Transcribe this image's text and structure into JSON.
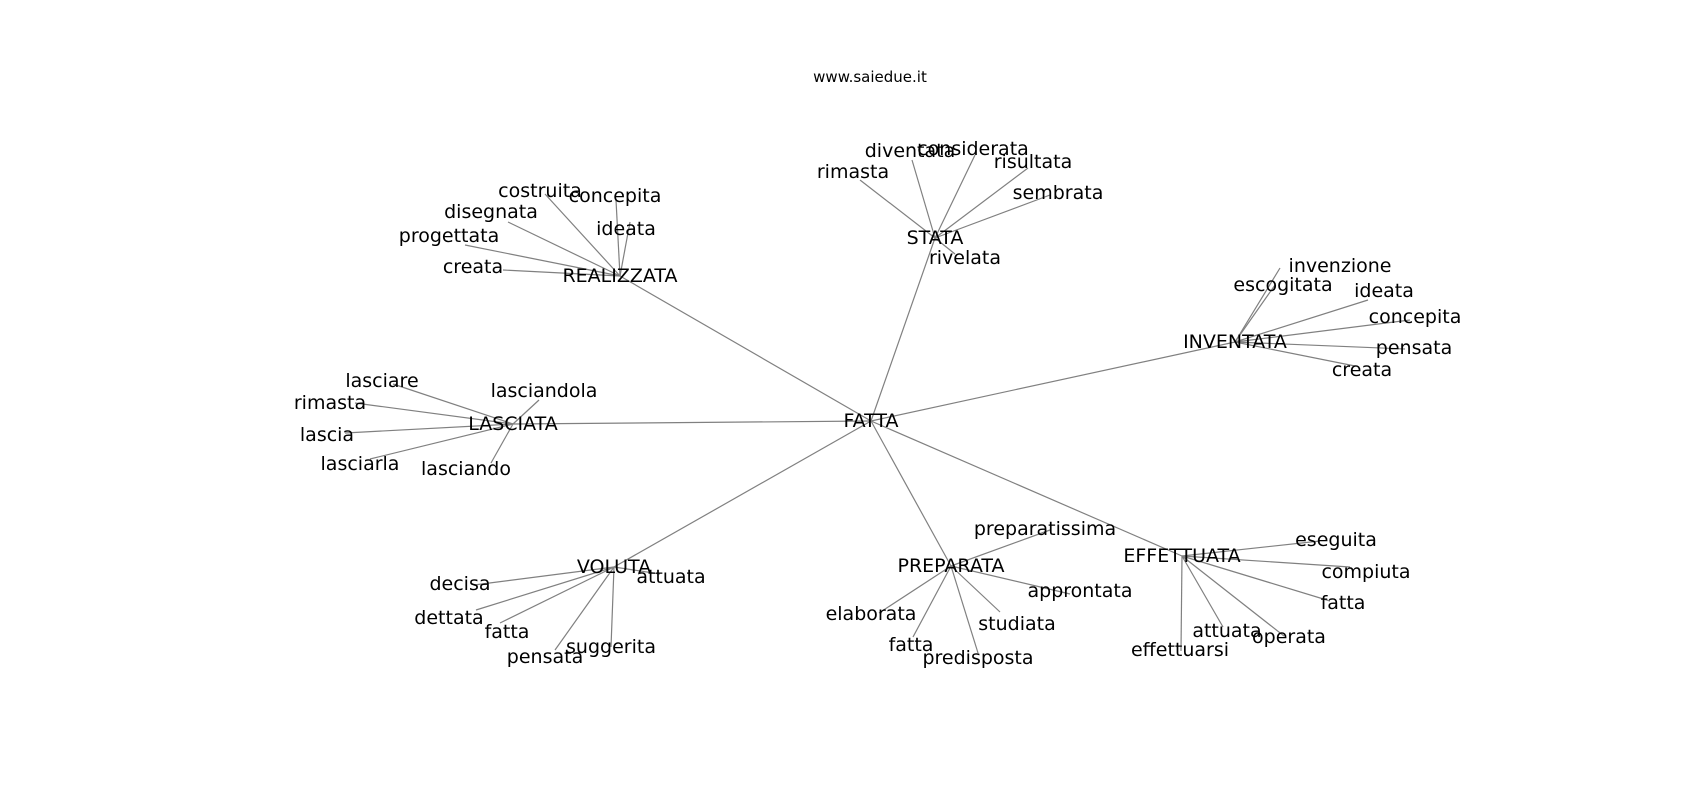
{
  "header": {
    "site": "www.saiedue.it"
  },
  "graph": {
    "center": "FATTA",
    "groups": [
      {
        "hub": "STATA",
        "words": [
          "rimasta",
          "diventata",
          "considerata",
          "risultata",
          "sembrata",
          "rivelata"
        ]
      },
      {
        "hub": "REALIZZATA",
        "words": [
          "costruita",
          "concepita",
          "disegnata",
          "ideata",
          "progettata",
          "creata"
        ]
      },
      {
        "hub": "INVENTATA",
        "words": [
          "invenzione",
          "escogitata",
          "ideata",
          "concepita",
          "pensata",
          "creata"
        ]
      },
      {
        "hub": "LASCIATA",
        "words": [
          "lasciare",
          "lasciandola",
          "rimasta",
          "lascia",
          "lasciarla",
          "lasciando"
        ]
      },
      {
        "hub": "VOLUTA",
        "words": [
          "attuata",
          "decisa",
          "dettata",
          "fatta",
          "pensata",
          "suggerita"
        ]
      },
      {
        "hub": "PREPARATA",
        "words": [
          "preparatissima",
          "approntata",
          "elaborata",
          "studiata",
          "fatta",
          "predisposta"
        ]
      },
      {
        "hub": "EFFETTUATA",
        "words": [
          "eseguita",
          "compiuta",
          "fatta",
          "attuata",
          "operata",
          "effettuarsi"
        ]
      }
    ]
  }
}
